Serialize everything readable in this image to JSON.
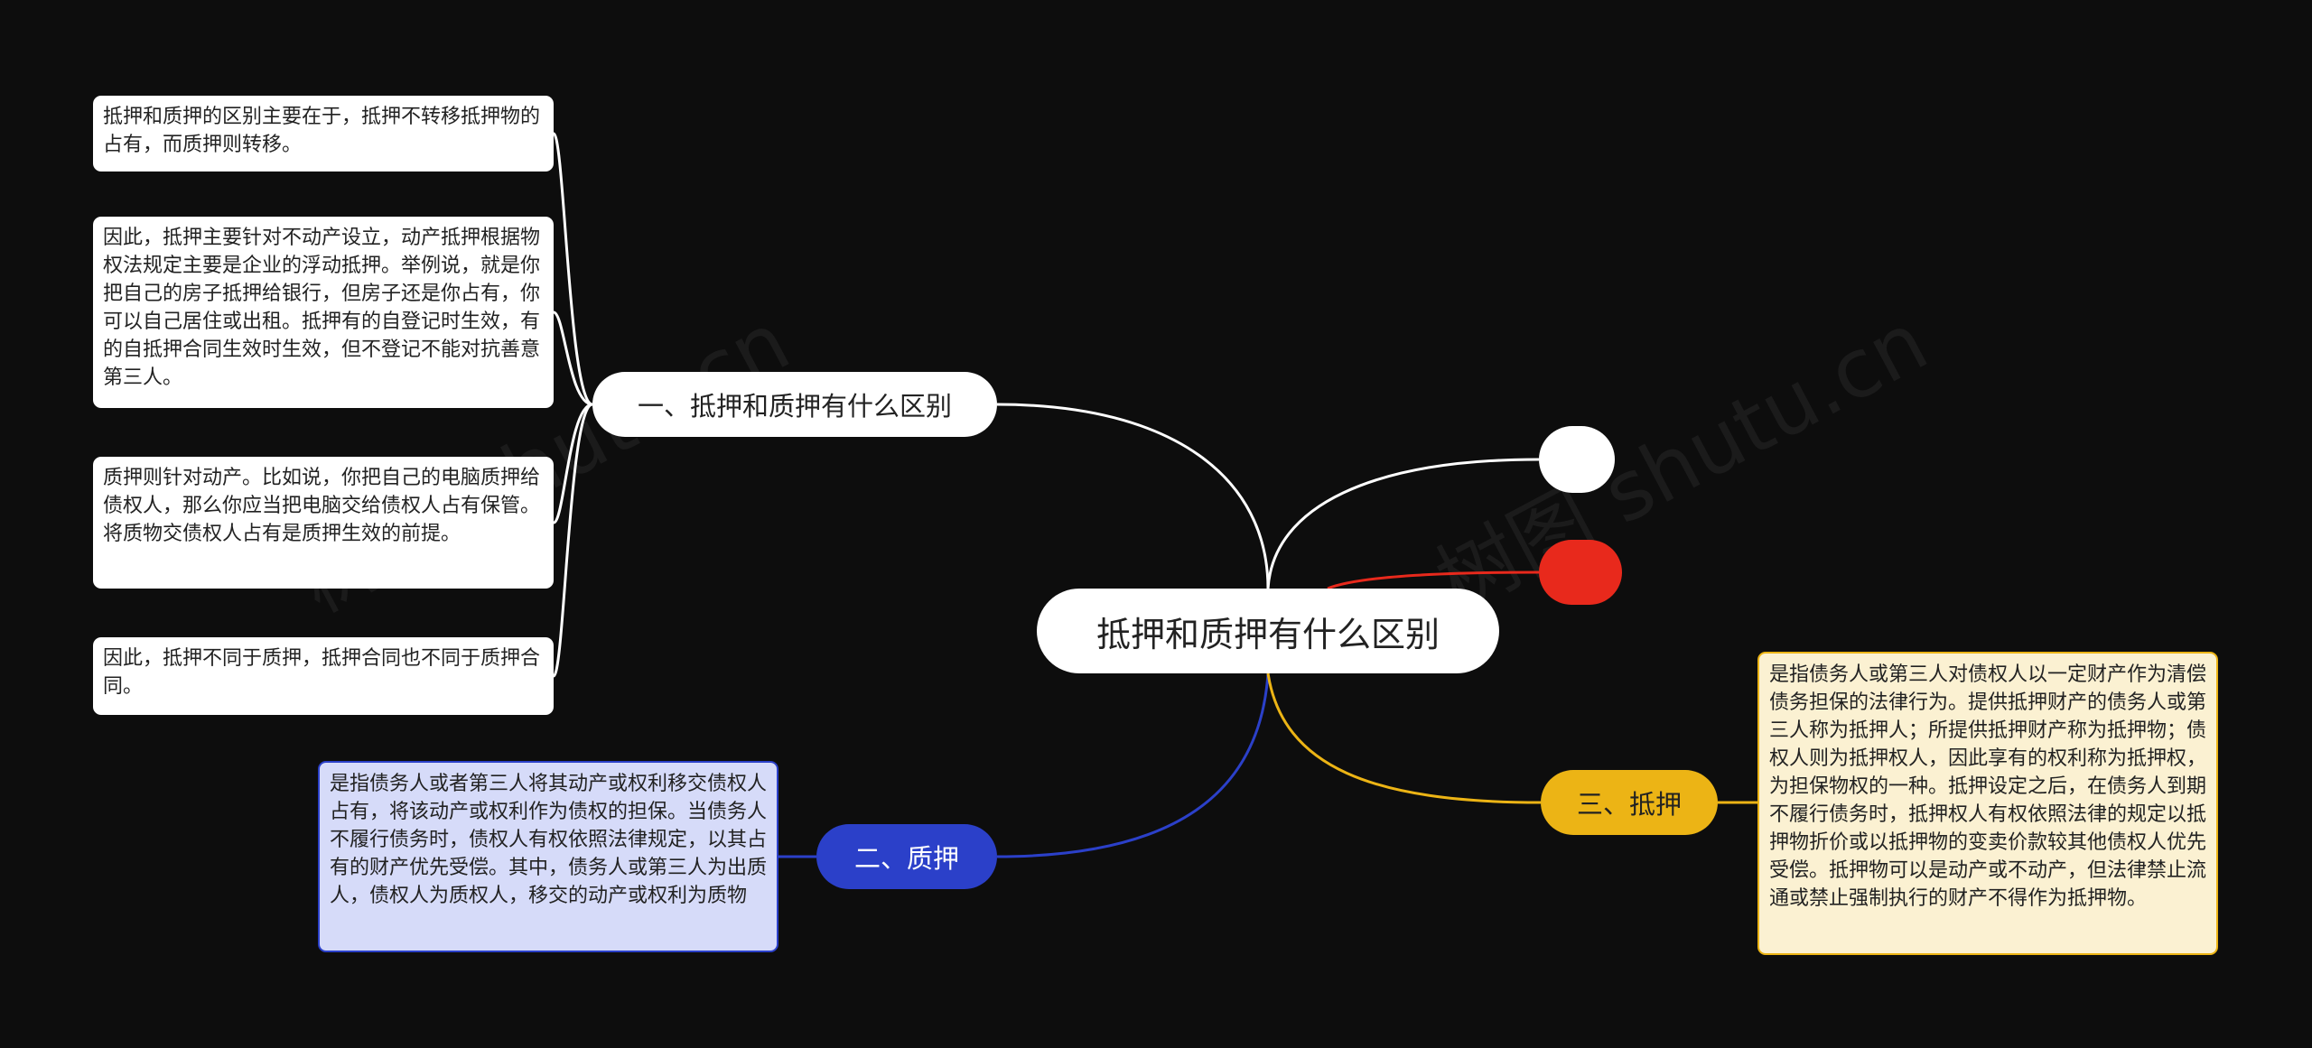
{
  "root": {
    "label": "抵押和质押有什么区别"
  },
  "branches": {
    "b1": {
      "label": "一、抵押和质押有什么区别",
      "color": "#ffffff",
      "children": [
        "抵押和质押的区别主要在于，抵押不转移抵押物的占有，而质押则转移。",
        "因此，抵押主要针对不动产设立，动产抵押根据物权法规定主要是企业的浮动抵押。举例说，就是你把自己的房子抵押给银行，但房子还是你占有，你可以自己居住或出租。抵押有的自登记时生效，有的自抵押合同生效时生效，但不登记不能对抗善意第三人。",
        "质押则针对动产。比如说，你把自己的电脑质押给债权人，那么你应当把电脑交给债权人占有保管。将质物交债权人占有是质押生效的前提。",
        "因此，抵押不同于质押，抵押合同也不同于质押合同。"
      ]
    },
    "b2": {
      "label": "二、质押",
      "color": "#2b40c9",
      "children": [
        "是指债务人或者第三人将其动产或权利移交债权人占有，将该动产或权利作为债权的担保。当债务人不履行债务时，债权人有权依照法律规定，以其占有的财产优先受偿。其中，债务人或第三人为出质人，债权人为质权人，移交的动产或权利为质物"
      ]
    },
    "b3": {
      "label": "三、抵押",
      "color": "#ecb415",
      "children": [
        "是指债务人或第三人对债权人以一定财产作为清偿债务担保的法律行为。提供抵押财产的债务人或第三人称为抵押人；所提供抵押财产称为抵押物；债权人则为抵押权人，因此享有的权利称为抵押权，为担保物权的一种。抵押设定之后，在债务人到期不履行债务时，抵押权人有权依照法律的规定以抵押物折价或以抵押物的变卖价款较其他债权人优先受偿。抵押物可以是动产或不动产，但法律禁止流通或禁止强制执行的财产不得作为抵押物。"
      ]
    },
    "empty_white": {
      "color": "#ffffff"
    },
    "empty_red": {
      "color": "#e8291c"
    }
  },
  "watermark": [
    "树图 shutu.cn",
    "树图 shutu.cn"
  ]
}
